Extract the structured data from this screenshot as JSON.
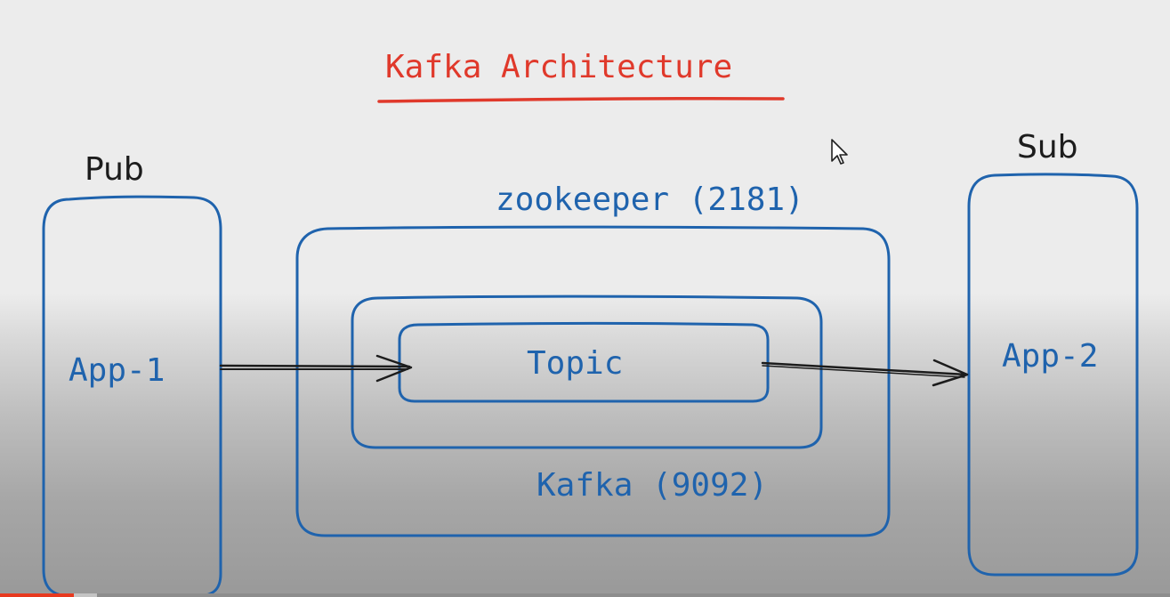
{
  "title": "Kafka Architecture",
  "publisher": {
    "heading": "Pub",
    "app": "App-1"
  },
  "subscriber": {
    "heading": "Sub",
    "app": "App-2"
  },
  "zookeeper": "zookeeper (2181)",
  "kafka": "Kafka (9092)",
  "topic": "Topic",
  "colors": {
    "title": "#e0392b",
    "boxes": "#1f63ad",
    "arrows": "#1c1c1c",
    "progress": "#e8391f"
  },
  "icons": [
    "mouse-cursor-icon"
  ],
  "progress": {
    "played_fraction": 0.063,
    "buffered_fraction": 0.083
  }
}
